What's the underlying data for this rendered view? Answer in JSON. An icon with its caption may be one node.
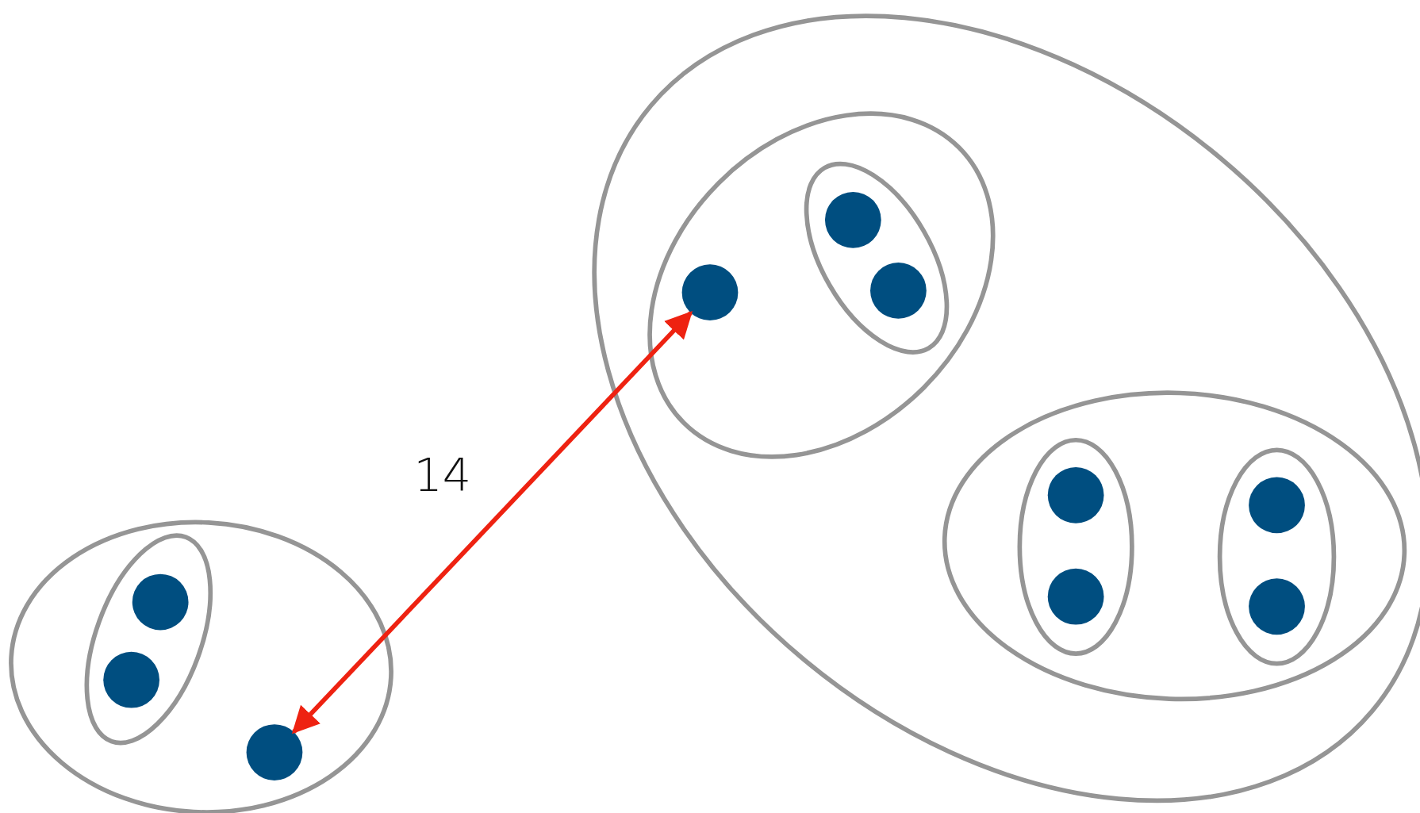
{
  "diagram": {
    "nodes": [
      {
        "text": [],
        "shape": "ellipse"
      },
      {
        "text": [],
        "shape": "ellipse",
        "in": 0
      },
      {
        "text": [],
        "shape": "circle",
        "in": 1
      },
      {
        "text": [],
        "shape": "circle",
        "in": 1
      },
      {
        "text": [],
        "shape": "circle",
        "in": 0
      },
      {
        "text": [],
        "shape": "ellipse"
      },
      {
        "text": [],
        "shape": "ellipse",
        "in": 5
      },
      {
        "text": [],
        "shape": "circle",
        "in": 6
      },
      {
        "text": [],
        "shape": "ellipse",
        "in": 6
      },
      {
        "text": [],
        "shape": "circle",
        "in": 8
      },
      {
        "text": [],
        "shape": "circle",
        "in": 8
      },
      {
        "text": [],
        "shape": "ellipse",
        "in": 5
      },
      {
        "text": [],
        "shape": "ellipse",
        "in": 11
      },
      {
        "text": [],
        "shape": "circle",
        "in": 12
      },
      {
        "text": [],
        "shape": "circle",
        "in": 12
      },
      {
        "text": [],
        "shape": "ellipse",
        "in": 11
      },
      {
        "text": [],
        "shape": "circle",
        "in": 15
      },
      {
        "text": [],
        "shape": "circle",
        "in": 15
      }
    ],
    "edges": [
      {
        "from": 4,
        "to": 7,
        "arrow": "both",
        "label": "14",
        "color": "#ee2211"
      }
    ]
  }
}
